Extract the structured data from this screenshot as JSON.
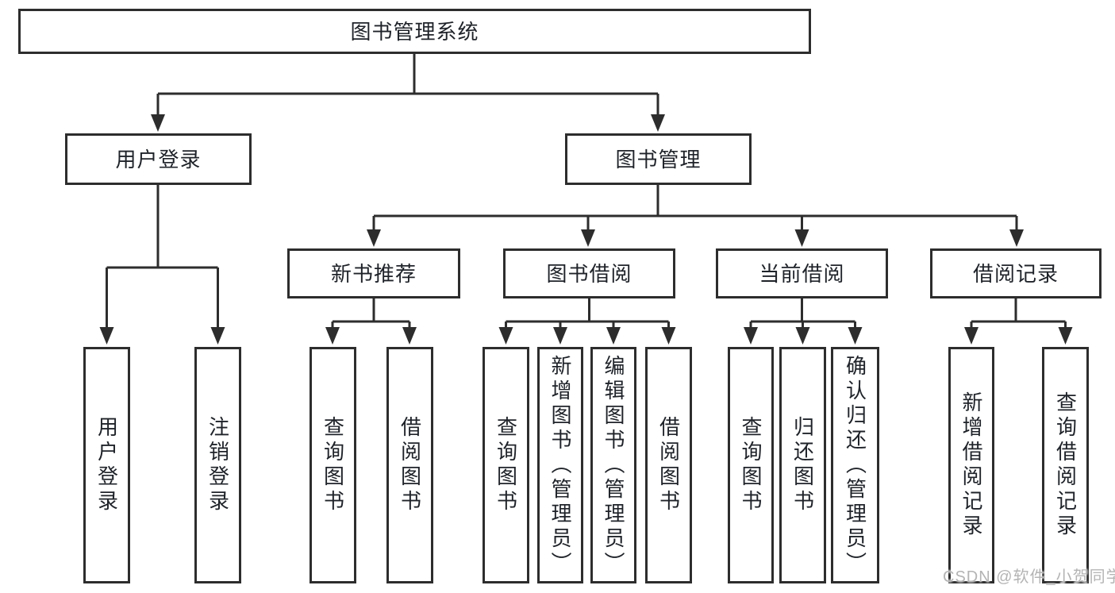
{
  "diagram": {
    "kind": "functional-structure-tree",
    "colors": {
      "background": "#ffffff",
      "line": "#2d2d2d",
      "text": "#1f2329",
      "watermark": "#b4b4b4"
    },
    "tree": {
      "label": "图书管理系统",
      "children": [
        {
          "label": "用户登录",
          "children": [
            {
              "label": "用户登录"
            },
            {
              "label": "注销登录"
            }
          ]
        },
        {
          "label": "图书管理",
          "children": [
            {
              "label": "新书推荐",
              "children": [
                {
                  "label": "查询图书"
                },
                {
                  "label": "借阅图书"
                }
              ]
            },
            {
              "label": "图书借阅",
              "children": [
                {
                  "label": "查询图书"
                },
                {
                  "label": "新增图书（管理员）"
                },
                {
                  "label": "编辑图书（管理员）"
                },
                {
                  "label": "借阅图书"
                }
              ]
            },
            {
              "label": "当前借阅",
              "children": [
                {
                  "label": "查询图书"
                },
                {
                  "label": "归还图书"
                },
                {
                  "label": "确认归还（管理员）"
                }
              ]
            },
            {
              "label": "借阅记录",
              "children": [
                {
                  "label": "新增借阅记录"
                },
                {
                  "label": "查询借阅记录"
                }
              ]
            }
          ]
        }
      ]
    },
    "watermark": "CSDN @软件_小贺同学"
  }
}
